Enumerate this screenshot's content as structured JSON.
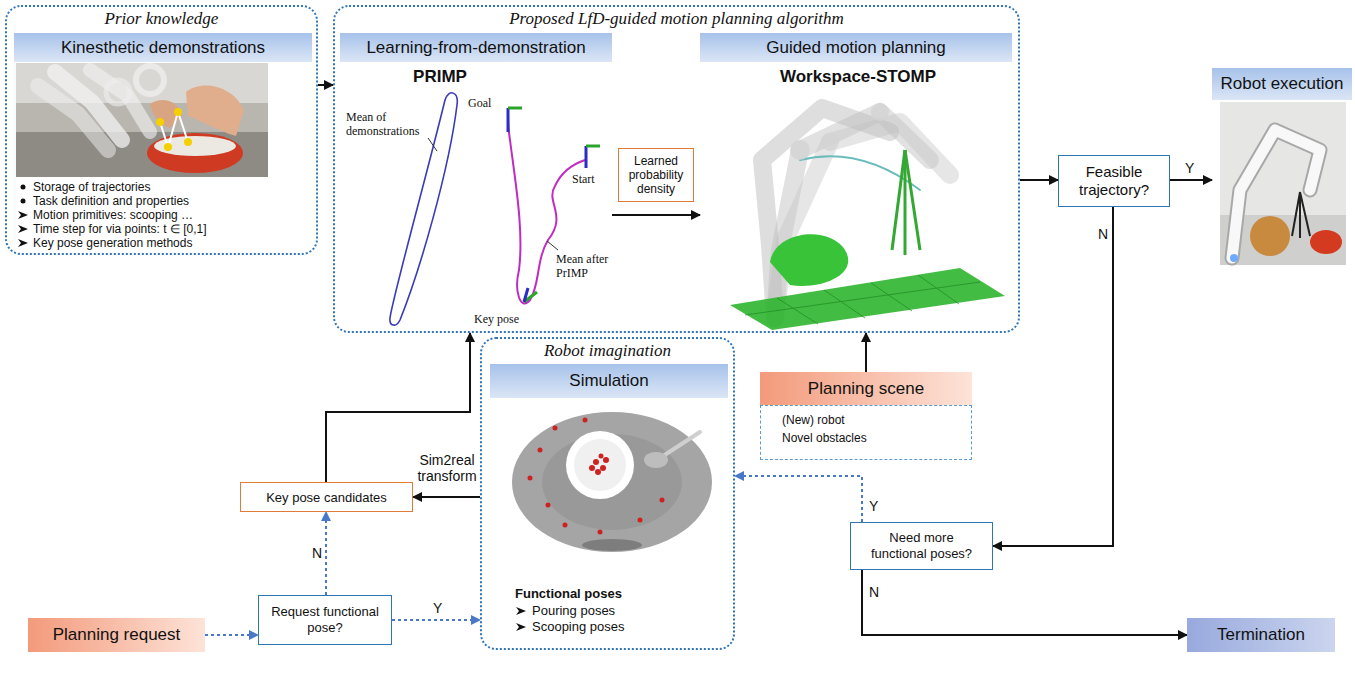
{
  "diagram": {
    "nodes": [
      {
        "text": [
          "Prior knowledge",
          "Storage of trajectories",
          "Task definition and properties",
          "Motion primitives: scooping …",
          "Time step for via points: t ∈ [0,1]",
          "Key pose generation methods"
        ]
      },
      {
        "text": [
          "Kinesthetic demonstrations"
        ],
        "in": 0
      },
      {
        "text": [
          "Proposed LfD-guided motion planning algorithm"
        ]
      },
      {
        "text": [
          "Learning-from-demonstration",
          "PRIMP"
        ],
        "in": 2
      },
      {
        "text": [
          "Guided motion planning",
          "Workspace-STOMP"
        ],
        "in": 2
      },
      {
        "text": [
          "Learned probability density"
        ],
        "in": 2
      },
      {
        "text": [
          "Robot execution"
        ]
      },
      {
        "text": [
          "Feasible trajectory?"
        ]
      },
      {
        "text": [
          "Robot imagination",
          "Functional poses",
          "Pouring poses",
          "Scooping poses"
        ]
      },
      {
        "text": [
          "Simulation"
        ],
        "in": 8
      },
      {
        "text": [
          "Planning scene"
        ]
      },
      {
        "text": [
          "(New) robot",
          "Novel obstacles"
        ]
      },
      {
        "text": [
          "Key pose candidates"
        ]
      },
      {
        "text": [
          "Need more functional poses?"
        ]
      },
      {
        "text": [
          "Planning request"
        ]
      },
      {
        "text": [
          "Request functional pose?"
        ]
      },
      {
        "text": [
          "Termination"
        ]
      }
    ],
    "edges": [
      {
        "from": 0,
        "to": 2,
        "arrow": "to"
      },
      {
        "from": 3,
        "to": 4,
        "arrow": "to"
      },
      {
        "from": 2,
        "to": 7,
        "arrow": "to"
      },
      {
        "from": 7,
        "to": 6,
        "arrow": "to",
        "label": "Y"
      },
      {
        "from": 7,
        "to": 13,
        "arrow": "to",
        "label": "N"
      },
      {
        "from": 13,
        "to": 8,
        "arrow": "to",
        "label": "Y"
      },
      {
        "from": 13,
        "to": 16,
        "arrow": "to",
        "label": "N"
      },
      {
        "from": 8,
        "to": 12,
        "arrow": "to",
        "label": "Sim2real transform"
      },
      {
        "from": 12,
        "to": 2,
        "arrow": "to"
      },
      {
        "from": 10,
        "to": 2,
        "arrow": "to"
      },
      {
        "from": 14,
        "to": 15,
        "arrow": "to"
      },
      {
        "from": 15,
        "to": 12,
        "arrow": "to",
        "label": "N"
      },
      {
        "from": 15,
        "to": 8,
        "arrow": "to",
        "label": "Y"
      }
    ],
    "labels": [
      "Mean of demonstrations",
      "Goal",
      "Start",
      "Mean after PrIMP",
      "Key pose"
    ]
  }
}
